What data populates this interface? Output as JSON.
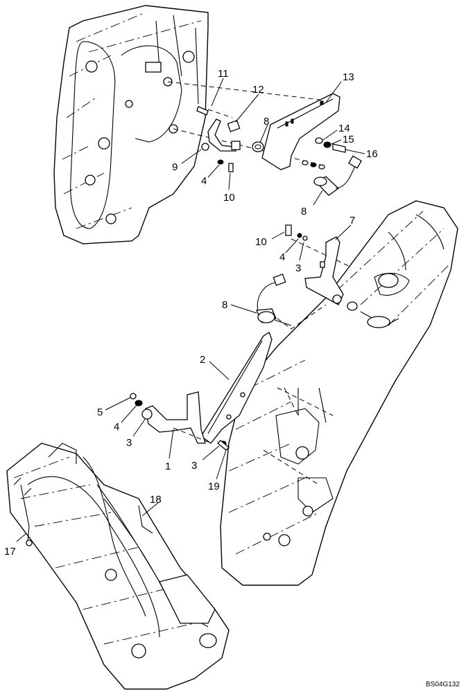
{
  "diagram": {
    "callouts": {
      "c1": "1",
      "c2": "2",
      "c3a": "3",
      "c3b": "3",
      "c3c": "3",
      "c4a": "4",
      "c4b": "4",
      "c4c": "4",
      "c5": "5",
      "c7": "7",
      "c8a": "8",
      "c8b": "8",
      "c8c": "8",
      "c9": "9",
      "c10a": "10",
      "c10b": "10",
      "c11": "11",
      "c12": "12",
      "c13": "13",
      "c14": "14",
      "c15": "15",
      "c16": "16",
      "c17": "17",
      "c18": "18",
      "c19": "19"
    },
    "drawing_code": "BS04G132"
  }
}
